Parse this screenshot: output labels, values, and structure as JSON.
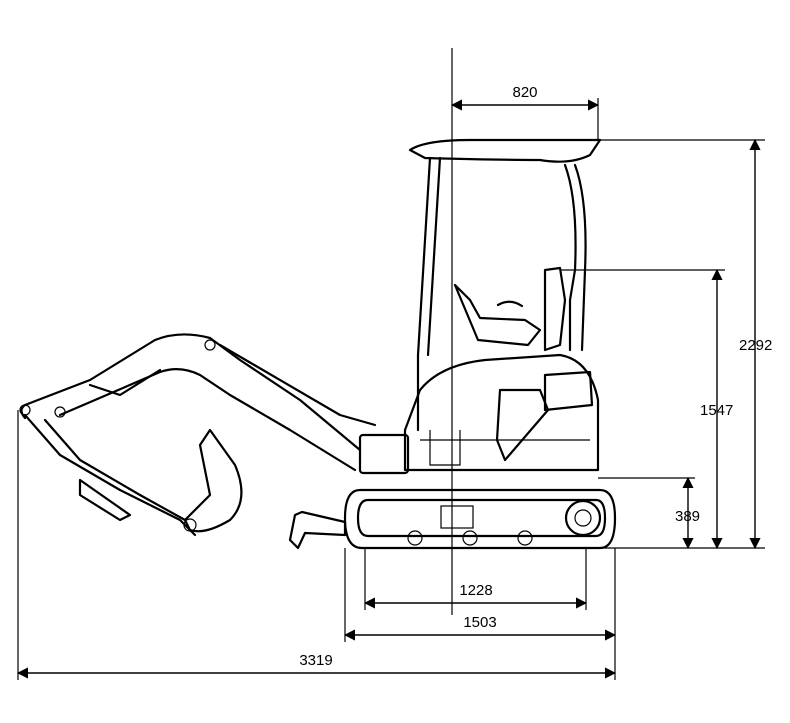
{
  "drawing": {
    "dimensions": {
      "cab_offset": "820",
      "overall_height": "2292",
      "seat_height": "1547",
      "ground_clearance": "389",
      "track_length": "1228",
      "overall_track_length": "1503",
      "overall_length": "3319"
    }
  }
}
